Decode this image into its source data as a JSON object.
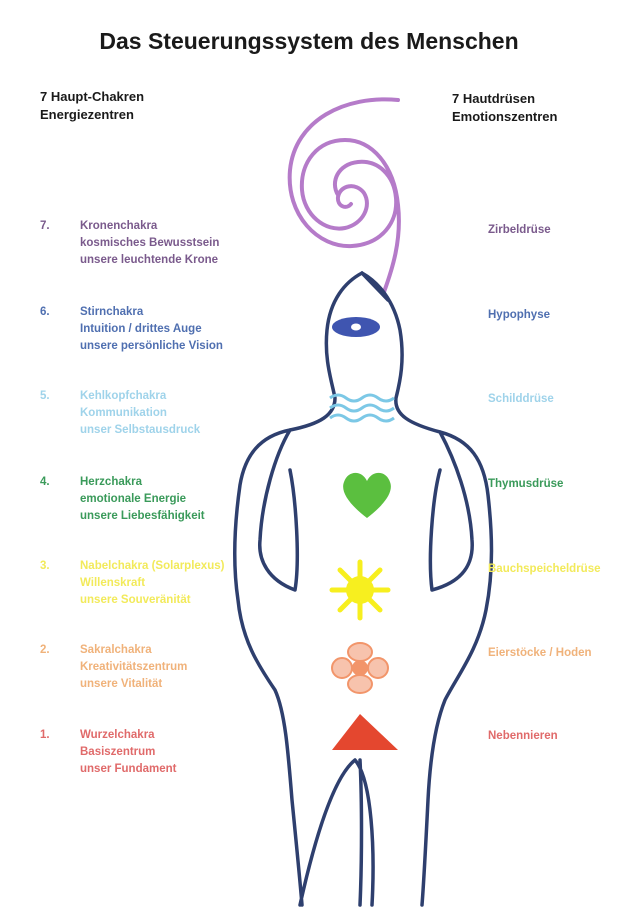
{
  "title": "Das Steuerungssystem des Menschen",
  "left_header": {
    "line1": "7 Haupt-Chakren",
    "line2": "Energiezentren"
  },
  "right_header": {
    "line1": "7 Hautdrüsen",
    "line2": "Emotionszentren"
  },
  "chakras": [
    {
      "num": "7.",
      "lines": [
        "Kronenchakra",
        "kosmisches Bewusstsein",
        "unsere leuchtende Krone"
      ],
      "gland": "Zirbeldrüse",
      "color": "#7a5a8c"
    },
    {
      "num": "6.",
      "lines": [
        "Stirnchakra",
        "Intuition / drittes Auge",
        "unsere persönliche Vision"
      ],
      "gland": "Hypophyse",
      "color": "#4f6fb0"
    },
    {
      "num": "5.",
      "lines": [
        "Kehlkopfchakra",
        "Kommunikation",
        "unser Selbstausdruck"
      ],
      "gland": "Schilddrüse",
      "color": "#9fd3ea"
    },
    {
      "num": "4.",
      "lines": [
        "Herzchakra",
        "emotionale Energie",
        "unsere Liebesfähigkeit"
      ],
      "gland": "Thymusdrüse",
      "color": "#3a9a5a"
    },
    {
      "num": "3.",
      "lines": [
        "Nabelchakra (Solarplexus)",
        "Willenskraft",
        "unsere Souveränität"
      ],
      "gland": "Bauchspeicheldrüse",
      "color": "#f2ea5a"
    },
    {
      "num": "2.",
      "lines": [
        "Sakralchakra",
        "Kreativitätszentrum",
        "unsere Vitalität"
      ],
      "gland": "Eierstöcke / Hoden",
      "color": "#f0b27a"
    },
    {
      "num": "1.",
      "lines": [
        "Wurzelchakra",
        "Basiszentrum",
        "unser Fundament"
      ],
      "gland": "Nebennieren",
      "color": "#e06a6a"
    }
  ],
  "colors": {
    "body_outline": "#2e3f6e",
    "spiral": "#b57bc9",
    "third_eye": "#3f55b0",
    "throat": "#7cc8e6",
    "heart": "#5bbf3f",
    "sun": "#f7ef1f",
    "flower": "#f2956a",
    "triangle": "#e4472f"
  },
  "icons": [
    "spiral-icon",
    "eye-icon",
    "throat-wave-icon",
    "heart-icon",
    "sun-icon",
    "flower-icon",
    "triangle-icon"
  ]
}
